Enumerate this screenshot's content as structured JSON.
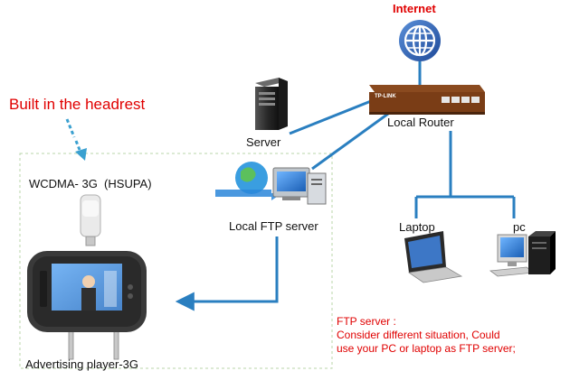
{
  "diagram": {
    "internet_label": "Internet",
    "headrest_label": "Built in the headrest",
    "modem_label": "WCDMA- 3G  (HSUPA)",
    "server_label": "Server",
    "router_label": "Local Router",
    "router_brand": "TP-LINK",
    "ftp_label": "Local FTP server",
    "laptop_label": "Laptop",
    "pc_label": "pc",
    "player_label": "Advertising player-3G",
    "note_lines": [
      "FTP server :",
      "Consider different situation, Could",
      "use your PC or laptop as FTP server;"
    ]
  },
  "colors": {
    "link": "#2a7fc0",
    "note": "#e00000",
    "headrest_text": "#e00000",
    "internet_text": "#e00000",
    "dashed_box": "#b8d4a8",
    "globe": "#2e5fb0"
  },
  "icons": [
    "globe-icon",
    "router-icon",
    "server-tower-icon",
    "ftp-server-icon",
    "usb-modem-icon",
    "headrest-monitor-icon",
    "laptop-icon",
    "desktop-pc-icon"
  ]
}
